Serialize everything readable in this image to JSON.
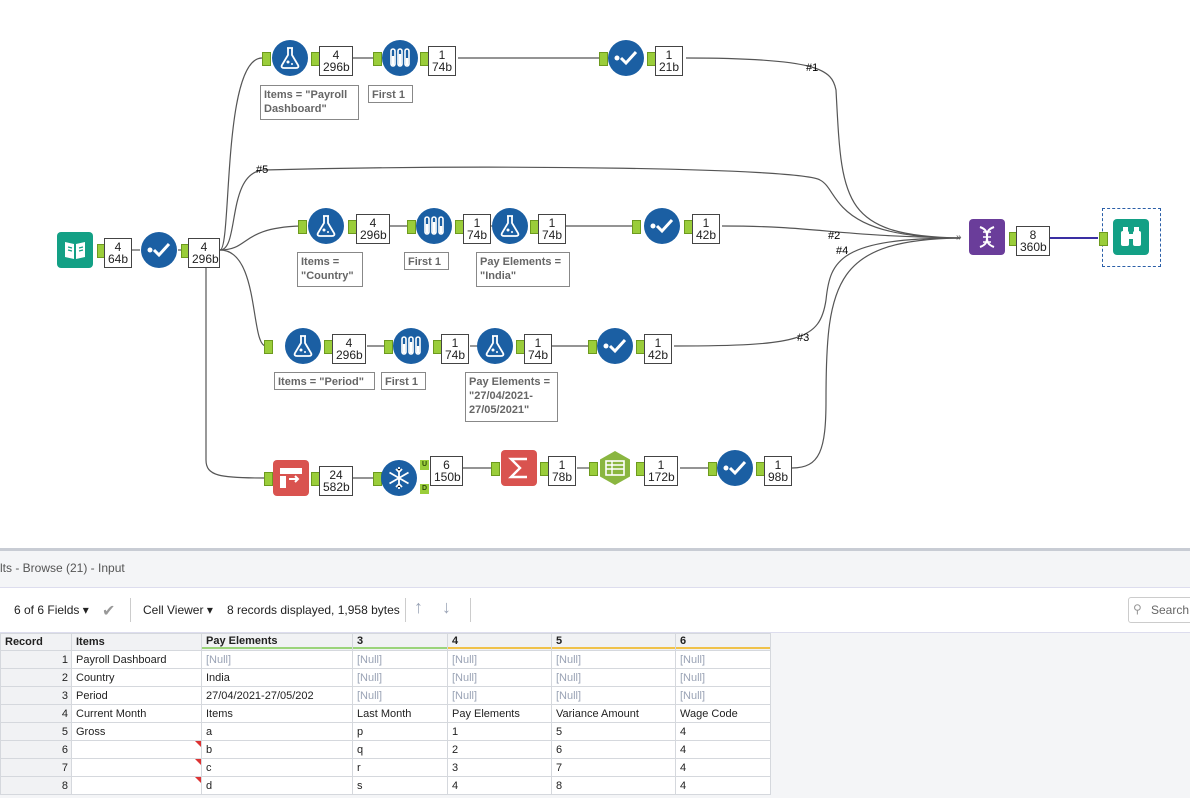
{
  "workflow": {
    "counts": {
      "input": [
        "4",
        "64b"
      ],
      "select_main": [
        "4",
        "296b"
      ],
      "f1": [
        "4",
        "296b"
      ],
      "s1": [
        "1",
        "74b"
      ],
      "sel1": [
        "1",
        "21b"
      ],
      "f2": [
        "4",
        "296b"
      ],
      "s2": [
        "1",
        "74b"
      ],
      "f2b": [
        "1",
        "74b"
      ],
      "sel2": [
        "1",
        "42b"
      ],
      "f3": [
        "4",
        "296b"
      ],
      "s3": [
        "1",
        "74b"
      ],
      "f3b": [
        "1",
        "74b"
      ],
      "sel3": [
        "1",
        "42b"
      ],
      "text": [
        "24",
        "582b"
      ],
      "tojson": [
        "6",
        "150b"
      ],
      "sum": [
        "1",
        "78b"
      ],
      "cross": [
        "1",
        "172b"
      ],
      "sel4": [
        "1",
        "98b"
      ],
      "union": [
        "8",
        "360b"
      ]
    },
    "annotations": {
      "f1": "Items = \"Payroll Dashboard\"",
      "s1": "First 1",
      "f2": "Items = \"Country\"",
      "s2": "First 1",
      "f2b": "Pay Elements = \"India\"",
      "f3": "Items = \"Period\"",
      "s3": "First 1",
      "f3b": "Pay Elements = \"27/04/2021-27/05/2021\""
    },
    "connection_labels": [
      "#1",
      "#2",
      "#3",
      "#4",
      "#5"
    ],
    "anchor_letters": {
      "u": "U",
      "d": "D"
    },
    "colors": {
      "blue_tool": "#1b5fa3",
      "teal_tool": "#13a085",
      "orange_tool": "#d9534f",
      "green_tool": "#8ab640",
      "purple_tool": "#6a3d9a",
      "anchor": "#9acd3a"
    }
  },
  "results": {
    "title": "lts - Browse (21) - Input",
    "fields_label": "6 of 6 Fields",
    "viewer_label": "Cell Viewer",
    "status": "8 records displayed, 1,958 bytes",
    "search_placeholder": "Search",
    "columns": [
      "Record",
      "Items",
      "Pay Elements",
      "3",
      "4",
      "5",
      "6"
    ],
    "rows": [
      [
        "1",
        "Payroll Dashboard",
        "[Null]",
        "[Null]",
        "[Null]",
        "[Null]",
        "[Null]"
      ],
      [
        "2",
        "Country",
        "India",
        "[Null]",
        "[Null]",
        "[Null]",
        "[Null]"
      ],
      [
        "3",
        "Period",
        "27/04/2021-27/05/202",
        "[Null]",
        "[Null]",
        "[Null]",
        "[Null]"
      ],
      [
        "4",
        "Current Month",
        "Items",
        "Last Month",
        "Pay Elements",
        "Variance Amount",
        "Wage Code"
      ],
      [
        "5",
        "Gross",
        "a",
        "p",
        "1",
        "5",
        "4"
      ],
      [
        "6",
        "",
        "b",
        "q",
        "2",
        "6",
        "4"
      ],
      [
        "7",
        "",
        "c",
        "r",
        "3",
        "7",
        "4"
      ],
      [
        "8",
        "",
        "d",
        "s",
        "4",
        "8",
        "4"
      ]
    ]
  }
}
